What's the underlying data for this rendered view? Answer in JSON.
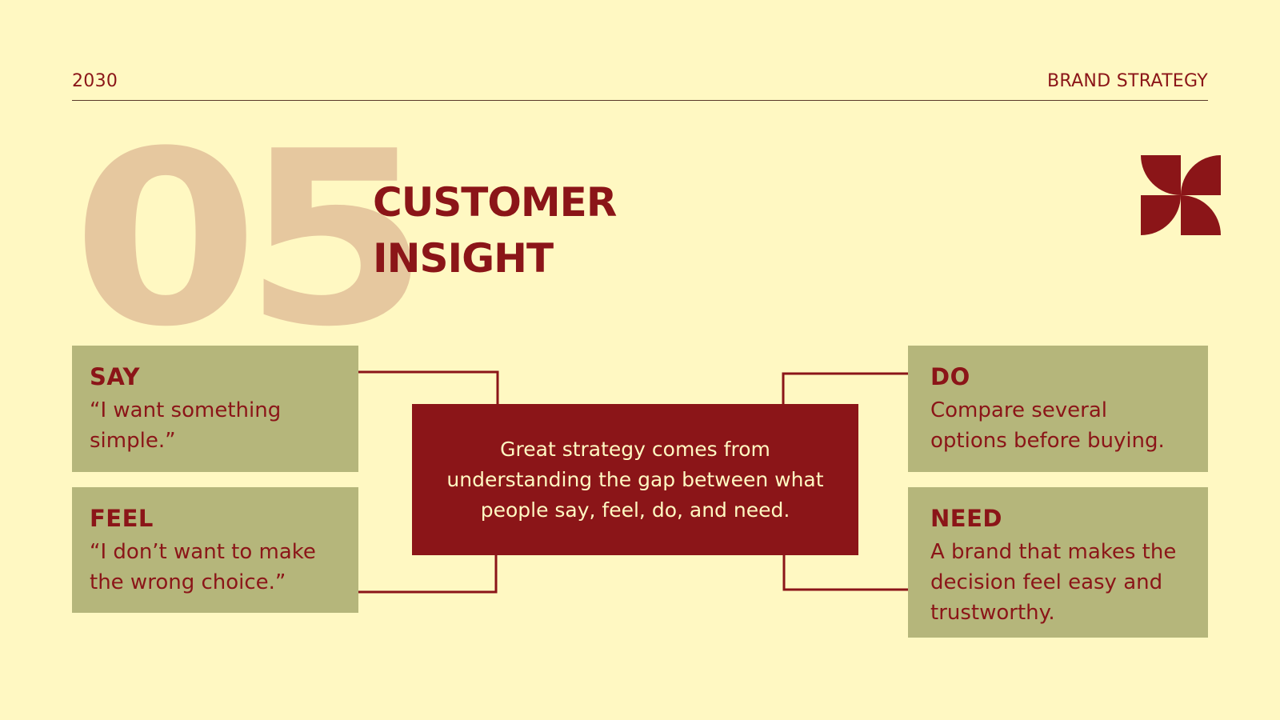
{
  "header": {
    "year": "2030",
    "section": "BRAND STRATEGY"
  },
  "slide": {
    "number": "05",
    "title_line1": "CUSTOMER",
    "title_line2": "INSIGHT",
    "logo_icon": "pinwheel-icon"
  },
  "cards": {
    "say": {
      "title": "SAY",
      "text": "“I want something simple.”"
    },
    "feel": {
      "title": "FEEL",
      "text": "“I don’t want to make the wrong choice.”"
    },
    "do": {
      "title": "DO",
      "text": "Compare several options before buying."
    },
    "need": {
      "title": "NEED",
      "text": "A brand that makes the decision feel easy and trustworthy."
    }
  },
  "center": {
    "text": "Great strategy comes from understanding the gap between what people say, feel, do, and need."
  },
  "colors": {
    "background": "#FFF8C2",
    "accent": "#8B1518",
    "card": "#B5B67B",
    "number": "#E6C89F"
  }
}
